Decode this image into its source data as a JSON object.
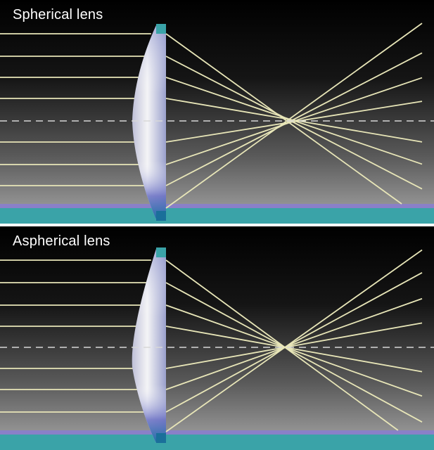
{
  "panels": [
    {
      "id": "spherical",
      "title": "Spherical lens",
      "focus_behavior": "spread"
    },
    {
      "id": "aspherical",
      "title": "Aspherical lens",
      "focus_behavior": "single-point"
    }
  ],
  "colors": {
    "ray": "#e8e6b8",
    "optical_axis": "#d8d8d8",
    "base_bar": "#3aa3a8",
    "base_stripe": "#8a80c8",
    "lens_light": "#f2f2f2",
    "lens_edge": "#6e74c8",
    "lens_tip": "#1a7aa8",
    "title_text": "#ffffff"
  },
  "icons": {
    "lens": "plano-convex-lens-icon"
  }
}
